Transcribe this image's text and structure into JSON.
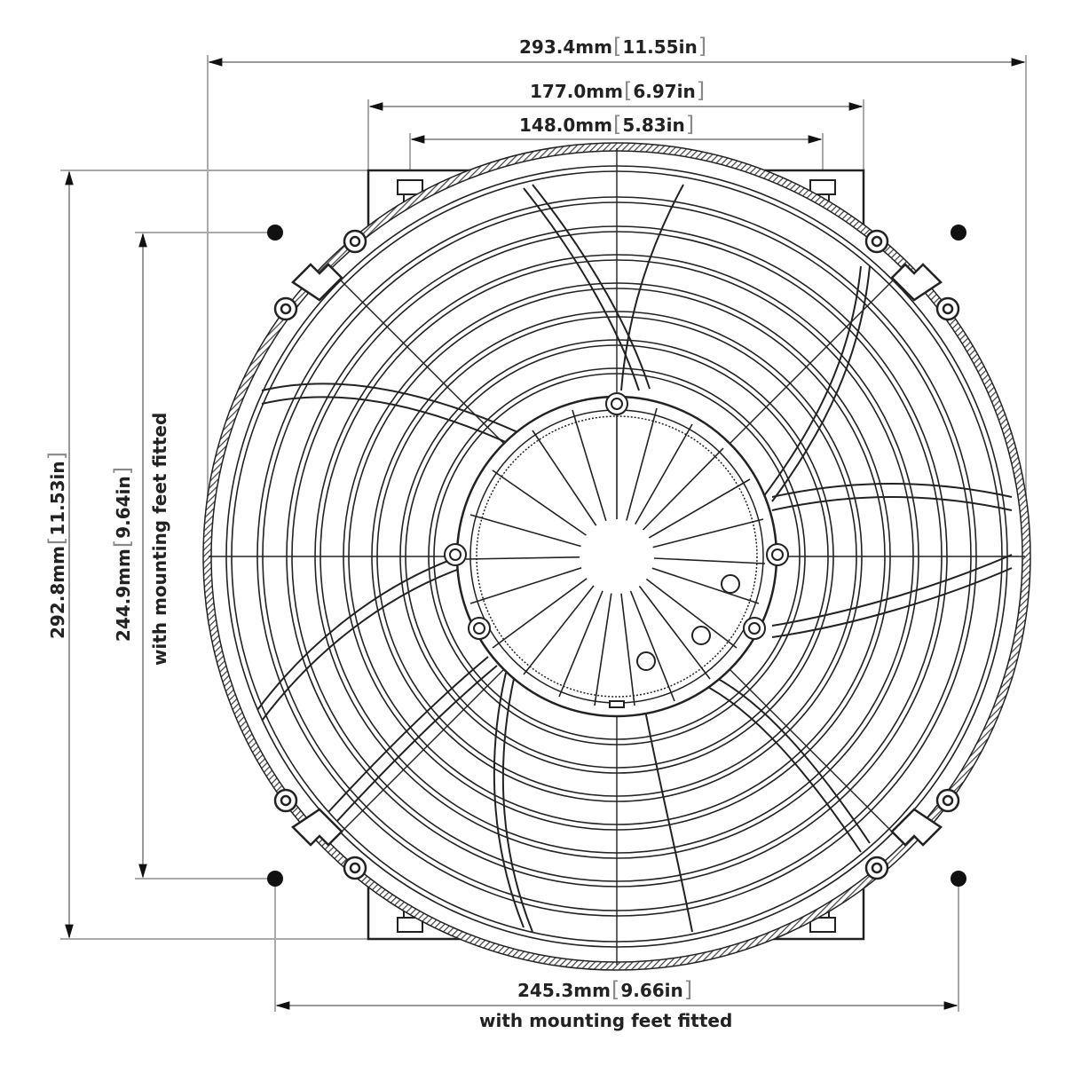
{
  "drawing": {
    "subject": "Fan assembly dimension drawing (front view)",
    "line_color": "#222222",
    "dim_line_color": "#999999",
    "background": "#ffffff"
  },
  "dimensions": {
    "overall_width": {
      "mm": "293.4mm",
      "in": "11.55in",
      "note": ""
    },
    "shroud_width": {
      "mm": "177.0mm",
      "in": "6.97in",
      "note": ""
    },
    "bracket_spacing": {
      "mm": "148.0mm",
      "in": "5.83in",
      "note": ""
    },
    "overall_height": {
      "mm": "292.8mm",
      "in": "11.53in",
      "note": ""
    },
    "feet_height": {
      "mm": "244.9mm",
      "in": "9.64in",
      "note": "with mounting feet fitted"
    },
    "feet_width": {
      "mm": "245.3mm",
      "in": "9.66in",
      "note": "with mounting feet fitted"
    }
  },
  "brackets": {
    "open": "[",
    "close": "]"
  }
}
